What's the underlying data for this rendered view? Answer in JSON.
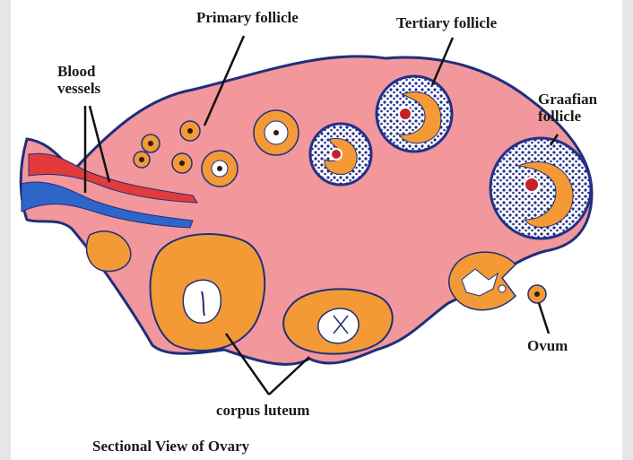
{
  "title": "Sectional View of Ovary",
  "labels": {
    "primary_follicle": "Primary follicle",
    "tertiary_follicle": "Tertiary follicle",
    "blood_vessels": "Blood\nvessels",
    "graafian_follicle": "Graafian\nfollicle",
    "ovum": "Ovum",
    "corpus_luteum": "corpus luteum"
  },
  "colors": {
    "ovary_fill": "#f2979c",
    "ovary_outline": "#1f2f7a",
    "follicle_orange": "#f39a36",
    "granulosa_blue": "#23308a",
    "artery_red": "#e23b3b",
    "vein_blue": "#2f64c8",
    "oocyte_red": "#c8202a"
  }
}
